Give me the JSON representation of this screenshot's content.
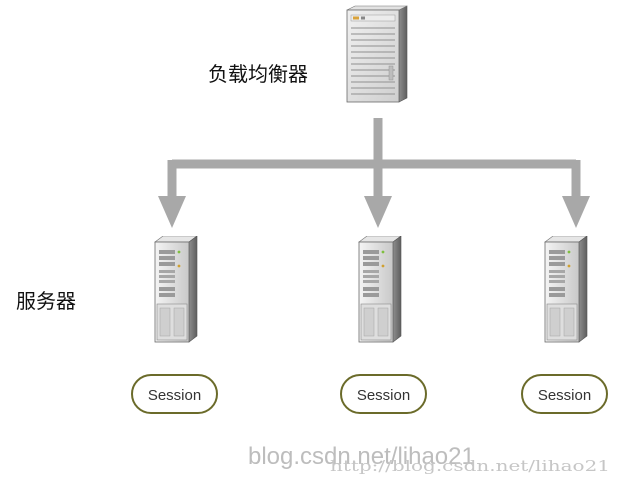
{
  "labels": {
    "load_balancer": "负载均衡器",
    "servers": "服务器"
  },
  "sessions": [
    {
      "label": "Session"
    },
    {
      "label": "Session"
    },
    {
      "label": "Session"
    }
  ],
  "watermark": {
    "main": "blog.csdn.net/lihao21",
    "url": "http://blog.csdn.net/lihao21"
  },
  "colors": {
    "connector": "#a8a8a8",
    "session_border": "#6b6b2a",
    "server_body": "#d9d9d9"
  },
  "icons": {
    "load_balancer": "server-tower-icon",
    "server": "server-tower-icon"
  }
}
